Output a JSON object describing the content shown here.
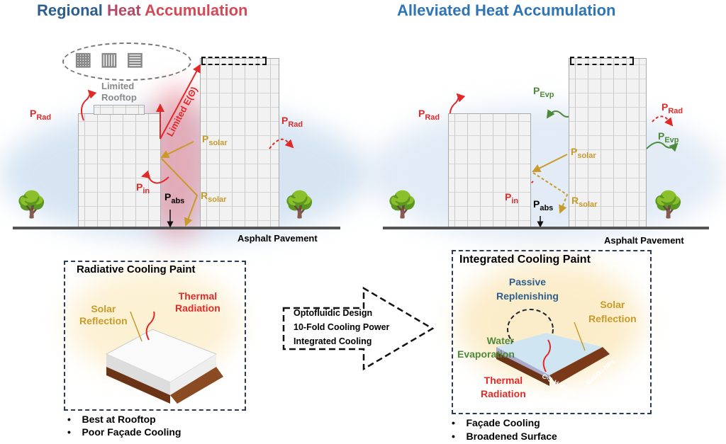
{
  "left": {
    "title_parts": [
      "Regional ",
      "Heat ",
      "Accumulation"
    ],
    "limited_rooftop": [
      "Limited",
      "Rooftop"
    ],
    "limited_e": "Limited E(Θ)",
    "p_rad": [
      "P",
      "Rad"
    ],
    "p_solar": [
      "P",
      "solar"
    ],
    "p_in": [
      "P",
      "in"
    ],
    "p_abs": [
      "P",
      "abs"
    ],
    "r_solar": [
      "R",
      "solar"
    ],
    "pavement": "Asphalt Pavement",
    "box": {
      "title": "Radiative Cooling Paint",
      "solar": [
        "Solar",
        "Reflection"
      ],
      "thermal": [
        "Thermal",
        "Radiation"
      ]
    },
    "bullets": [
      "Best at Rooftop",
      "Poor Façade Cooling"
    ]
  },
  "arrow": {
    "lines": [
      "Optofluidic Design",
      "10-Fold Cooling Power",
      "Integrated Cooling"
    ]
  },
  "right": {
    "title": "Alleviated Heat Accumulation",
    "p_rad": [
      "P",
      "Rad"
    ],
    "p_evp": [
      "P",
      "Evp"
    ],
    "p_solar": [
      "P",
      "solar"
    ],
    "p_in": [
      "P",
      "in"
    ],
    "p_abs": [
      "P",
      "abs"
    ],
    "r_solar": [
      "R",
      "solar"
    ],
    "pavement": "Asphalt Pavement",
    "box": {
      "title": "Integrated Cooling Paint",
      "passive": [
        "Passive",
        "Replenishing"
      ],
      "solar": [
        "Solar",
        "Reflection"
      ],
      "water": [
        "Water",
        "Evaporation"
      ],
      "thermal": [
        "Thermal",
        "Radiation"
      ],
      "matrix": "C-S-H Matrix",
      "nps": "BaSO4 NPs"
    },
    "bullets": [
      "Façade Cooling",
      "Broadened Surface"
    ]
  },
  "colors": {
    "red": "#e02a2a",
    "gold": "#c89a2a",
    "green": "#4c8a3a",
    "blue": "#2e5f8c"
  }
}
